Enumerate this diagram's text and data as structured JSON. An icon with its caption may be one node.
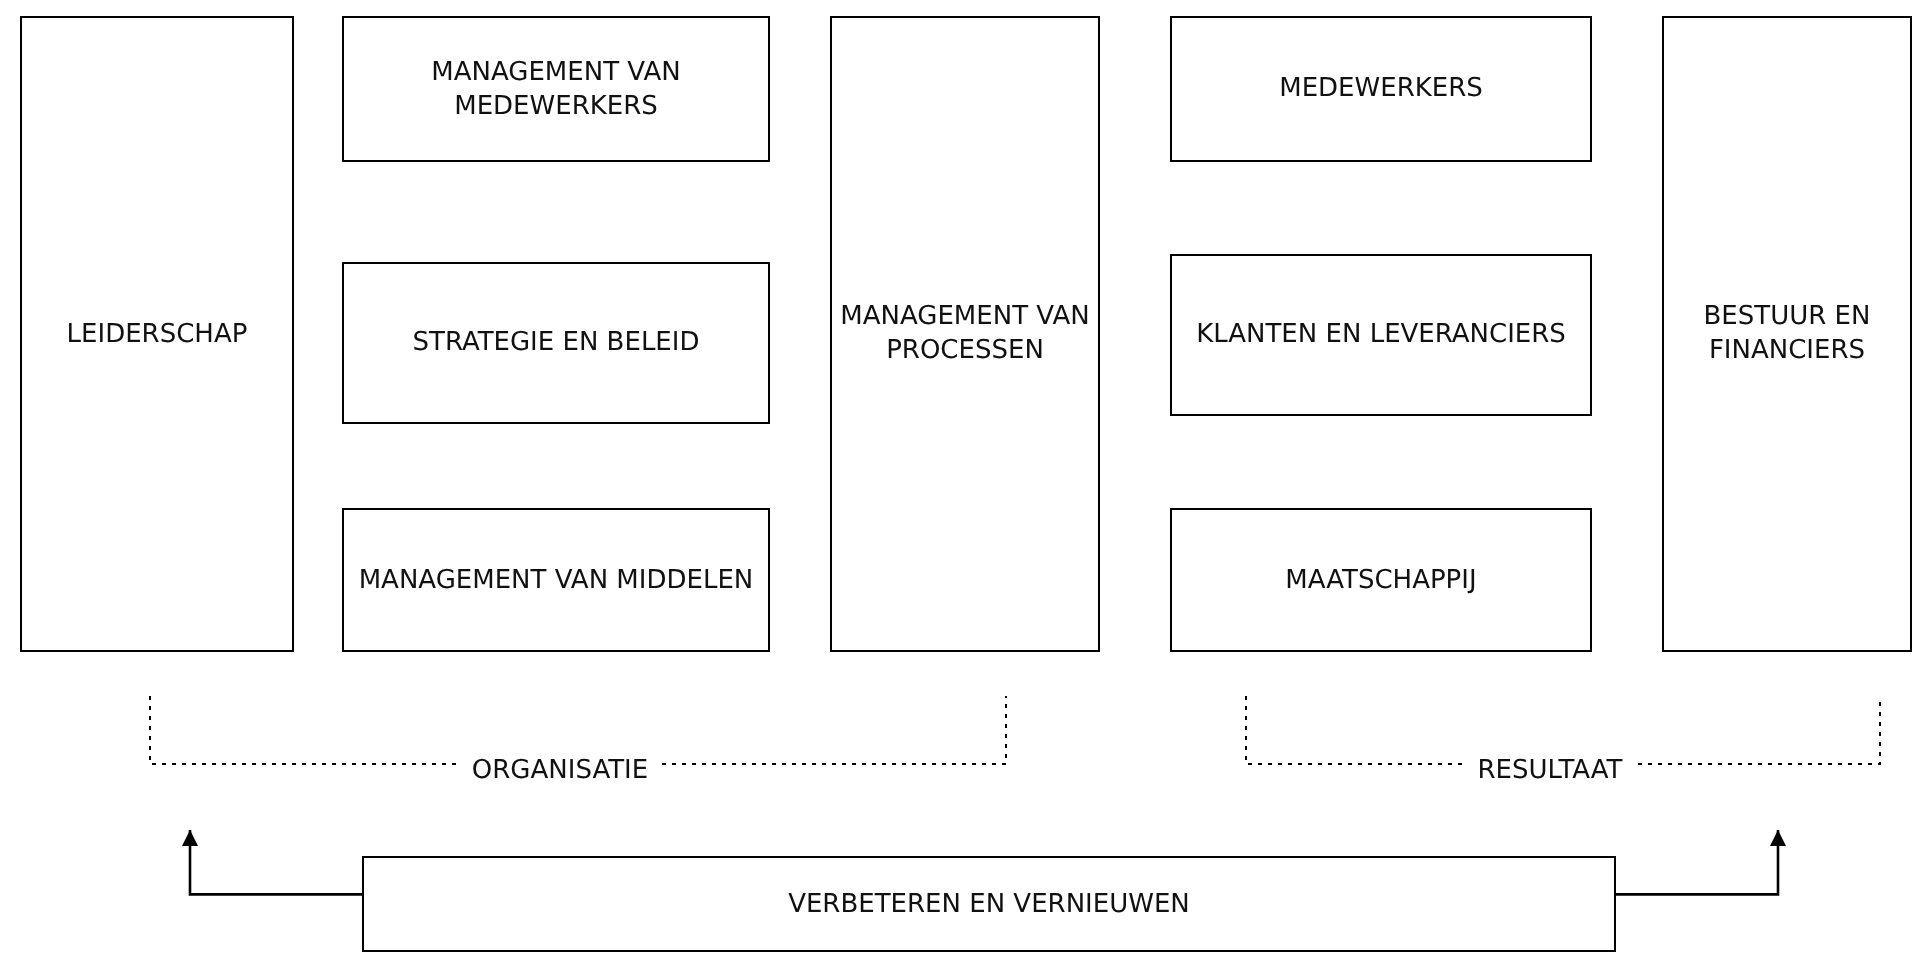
{
  "diagram": {
    "nodes": [
      {
        "text": [
          "LEIDERSCHAP"
        ]
      },
      {
        "text": [
          "MANAGEMENT VAN MEDEWERKERS"
        ]
      },
      {
        "text": [
          "STRATEGIE EN BELEID"
        ]
      },
      {
        "text": [
          "MANAGEMENT VAN MIDDELEN"
        ]
      },
      {
        "text": [
          "MANAGEMENT VAN PROCESSEN"
        ]
      },
      {
        "text": [
          "MEDEWERKERS"
        ]
      },
      {
        "text": [
          "KLANTEN EN LEVERANCIERS"
        ]
      },
      {
        "text": [
          "MAATSCHAPPIJ"
        ]
      },
      {
        "text": [
          "BESTUUR EN FINANCIERS"
        ]
      },
      {
        "text": [
          "VERBETEREN EN VERNIEUWEN"
        ]
      }
    ],
    "edges": [
      {
        "from": 9,
        "to": null,
        "arrow": "to"
      },
      {
        "from": 9,
        "to": null,
        "arrow": "to"
      }
    ],
    "labels": [
      "ORGANISATIE",
      "RESULTAAT"
    ]
  }
}
